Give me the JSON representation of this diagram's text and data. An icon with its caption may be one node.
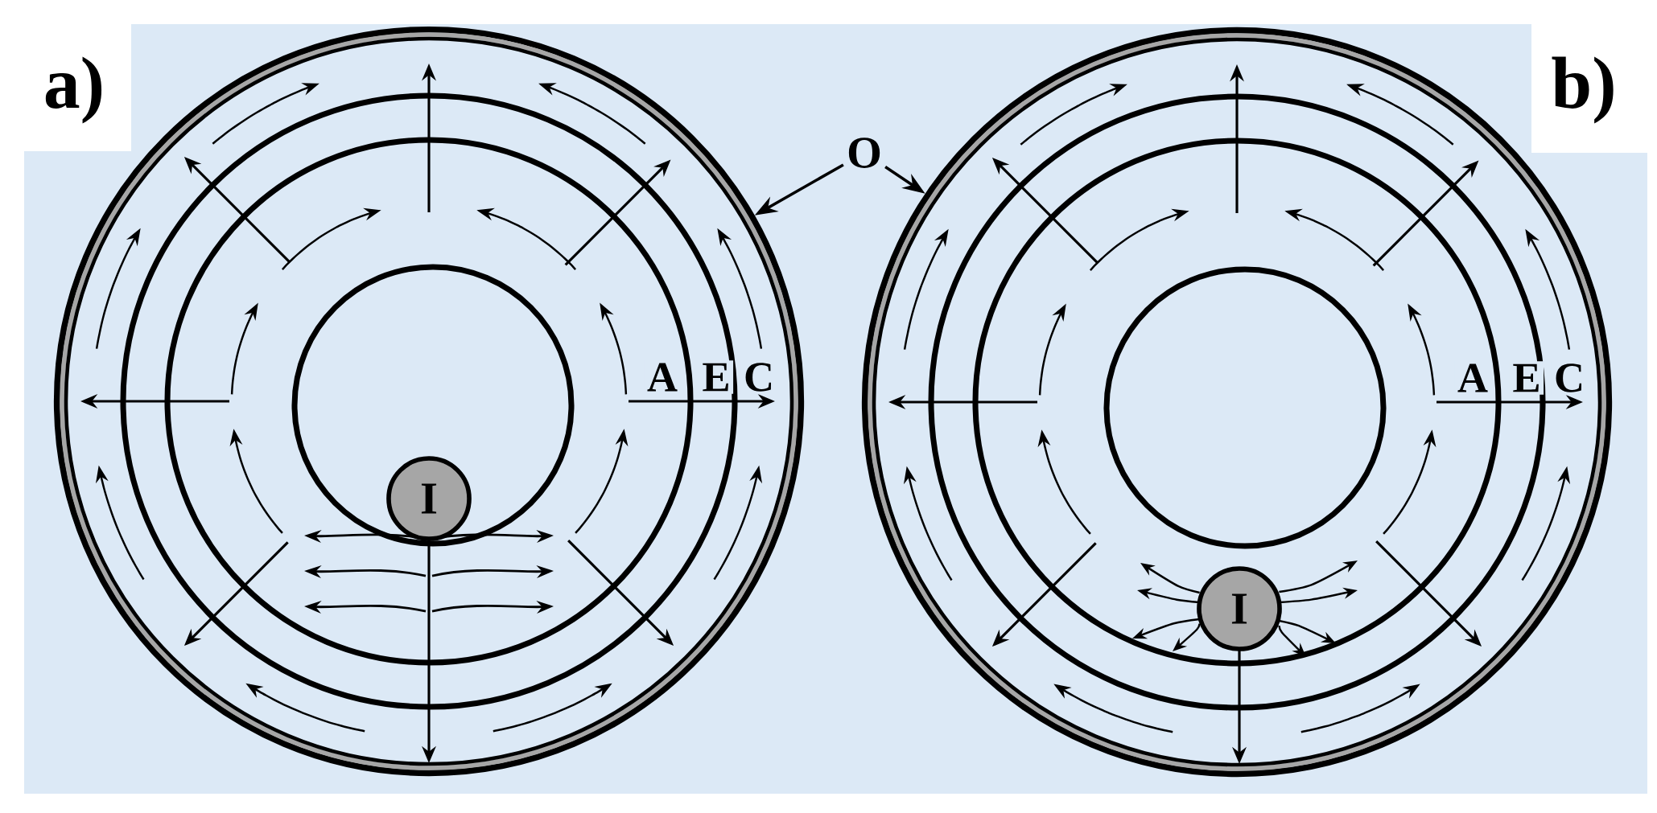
{
  "diagram": {
    "nodes": [
      {
        "text": [
          "O"
        ]
      },
      {
        "text": [],
        "shape": "circle"
      },
      {
        "text": [
          "I"
        ],
        "in": 1
      },
      {
        "text": [],
        "shape": "circle"
      },
      {
        "text": [
          "I"
        ],
        "in": 3
      }
    ],
    "edges": [
      {
        "from": 0,
        "to": 1,
        "arrow": "to"
      },
      {
        "from": 0,
        "to": 3,
        "arrow": "to"
      }
    ],
    "labels": [
      "a)",
      "b)",
      "A",
      "E",
      "C",
      "A",
      "E",
      "C"
    ]
  }
}
